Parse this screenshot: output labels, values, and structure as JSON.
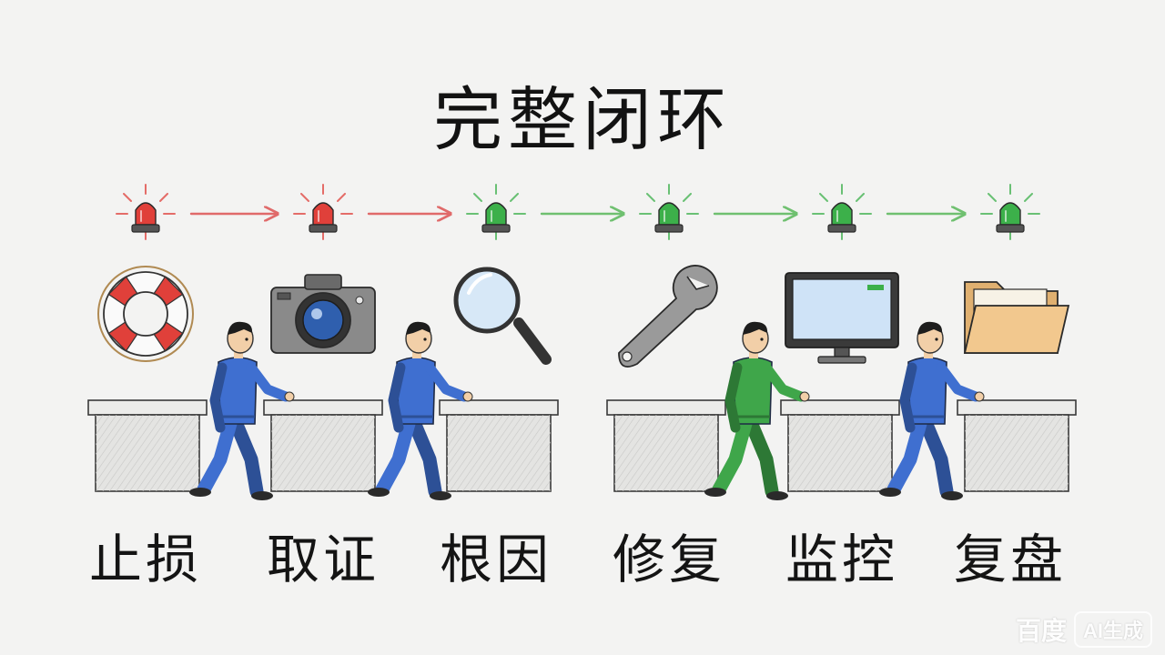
{
  "title": "完整闭环",
  "colors": {
    "alarm_red": "#e0403a",
    "alarm_green": "#3cb04a",
    "arrow_red": "#e06a6a",
    "arrow_green": "#6fc070",
    "worker_blue": "#3f6fd0",
    "worker_green": "#3fa64a",
    "desk_gray": "#e4e4e2"
  },
  "steps": [
    {
      "label": "止损",
      "alarm": "red",
      "icon": "lifebuoy-icon"
    },
    {
      "label": "取证",
      "alarm": "red",
      "icon": "camera-icon"
    },
    {
      "label": "根因",
      "alarm": "green",
      "icon": "magnifier-icon"
    },
    {
      "label": "修复",
      "alarm": "green",
      "icon": "wrench-icon"
    },
    {
      "label": "监控",
      "alarm": "green",
      "icon": "monitor-icon"
    },
    {
      "label": "复盘",
      "alarm": "green",
      "icon": "folder-icon"
    }
  ],
  "arrows": [
    {
      "color": "red"
    },
    {
      "color": "red"
    },
    {
      "color": "green"
    },
    {
      "color": "green"
    },
    {
      "color": "green"
    }
  ],
  "workers": [
    {
      "color": "blue"
    },
    {
      "color": "blue"
    },
    {
      "color": "green"
    },
    {
      "color": "blue"
    }
  ],
  "watermark": {
    "brand": "百度",
    "tag": "AI生成"
  }
}
